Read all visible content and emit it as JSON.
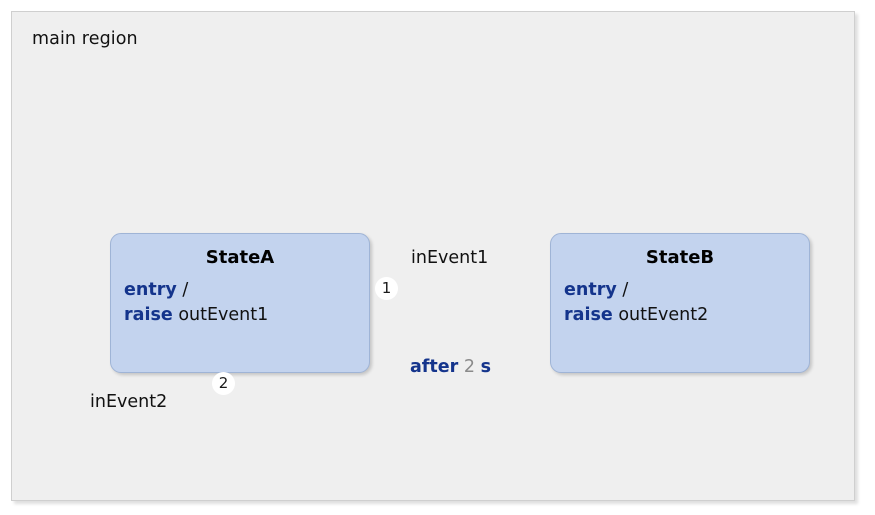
{
  "diagram": {
    "region": {
      "label": "main region",
      "background_color": "#efefef",
      "border_color": "#cfcfcf"
    },
    "colors": {
      "state_fill": "#c3d3ee",
      "state_border": "#9fb4d6",
      "keyword_blue": "#14348c",
      "number_gray": "#8a8a8a",
      "edge_stroke": "#3c3c3c",
      "canvas": "#ffffff"
    },
    "nodes": {
      "initial": {
        "type": "initial-state",
        "name": "initial-node"
      },
      "final": {
        "type": "final-state",
        "name": "final-node"
      },
      "state_a": {
        "title": "StateA",
        "line1_keyword": "entry",
        "line1_slash": "/",
        "line2_keyword": "raise",
        "line2_value": "outEvent1"
      },
      "state_b": {
        "title": "StateB",
        "line1_keyword": "entry",
        "line1_slash": "/",
        "line2_keyword": "raise",
        "line2_value": "outEvent2"
      }
    },
    "transitions": [
      {
        "id": "1",
        "from": "StateA",
        "to": "StateB",
        "label": "inEvent1",
        "badge": "1"
      },
      {
        "id": "after",
        "from": "StateB",
        "to": "StateA",
        "label_keyword": "after",
        "label_number": "2",
        "label_unit": "s"
      },
      {
        "id": "2",
        "from": "StateA",
        "to": "final",
        "label": "inEvent2",
        "badge": "2"
      },
      {
        "id": "init",
        "from": "initial",
        "to": "StateA",
        "label": ""
      }
    ]
  }
}
